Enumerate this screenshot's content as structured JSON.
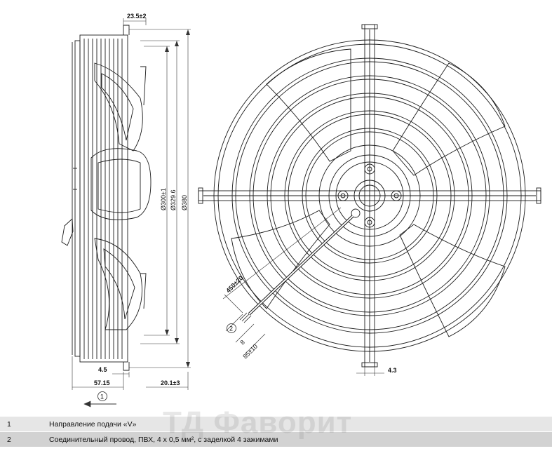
{
  "dimensions": {
    "top_width": "23.5±2",
    "dia_inner": "Ø300±1",
    "dia_mid": "Ø329.6",
    "dia_outer": "Ø380",
    "bottom_small": "4.5",
    "bottom_depth": "57.15",
    "bottom_right": "20.1±3",
    "cable_length": "450±20",
    "cable_a": "8",
    "cable_b": "85±10",
    "rib_width": "4.3"
  },
  "callouts": {
    "one": "1",
    "two": "2"
  },
  "legend": [
    {
      "num": "1",
      "text": "Направление подачи «V»"
    },
    {
      "num": "2",
      "text": "Соединительный провод, ПВХ, 4 x 0,5 мм², с заделкой 4 зажимами"
    }
  ],
  "watermark": "ТД Фаворит",
  "colors": {
    "line": "#1a1a1a",
    "dim_line": "#333333",
    "table_row1": "#e6e6e6",
    "table_row2": "#d2d2d2"
  }
}
